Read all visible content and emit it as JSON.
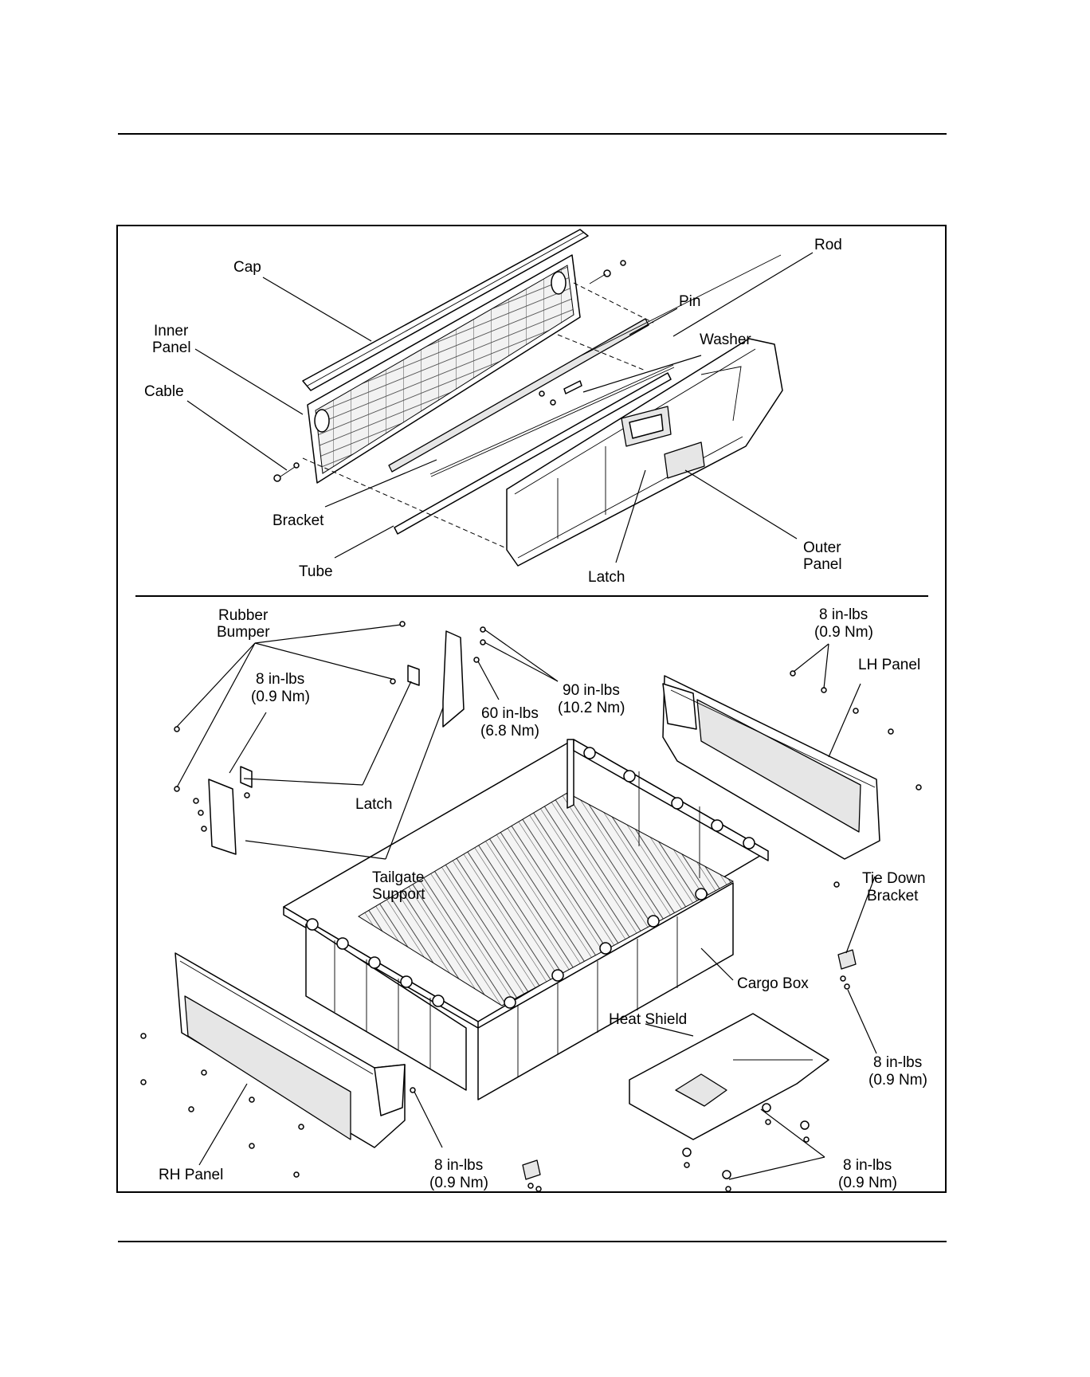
{
  "diagram": {
    "upper_labels": {
      "cap": "Cap",
      "rod": "Rod",
      "pin": "Pin",
      "inner_panel_1": "Inner",
      "inner_panel_2": "Panel",
      "washer": "Washer",
      "cable": "Cable",
      "bracket": "Bracket",
      "tube": "Tube",
      "latch": "Latch",
      "outer_panel_1": "Outer",
      "outer_panel_2": "Panel"
    },
    "lower_labels": {
      "rubber_bumper_1": "Rubber",
      "rubber_bumper_2": "Bumper",
      "torque_a_1": "8 in-lbs",
      "torque_a_2": "(0.9 Nm)",
      "torque_b_1": "8 in-lbs",
      "torque_b_2": "(0.9 Nm)",
      "lh_panel": "LH Panel",
      "torque_c_1": "90 in-lbs",
      "torque_c_2": "(10.2 Nm)",
      "torque_d_1": "60 in-lbs",
      "torque_d_2": "(6.8 Nm)",
      "latch": "Latch",
      "tailgate_support_1": "Tailgate",
      "tailgate_support_2": "Support",
      "tie_down_1": "Tie Down",
      "tie_down_2": "Bracket",
      "cargo_box": "Cargo Box",
      "heat_shield": "Heat Shield",
      "torque_e_1": "8 in-lbs",
      "torque_e_2": "(0.9 Nm)",
      "rh_panel": "RH Panel",
      "torque_f_1": "8 in-lbs",
      "torque_f_2": "(0.9 Nm)",
      "torque_g_1": "8 in-lbs",
      "torque_g_2": "(0.9 Nm)"
    }
  }
}
